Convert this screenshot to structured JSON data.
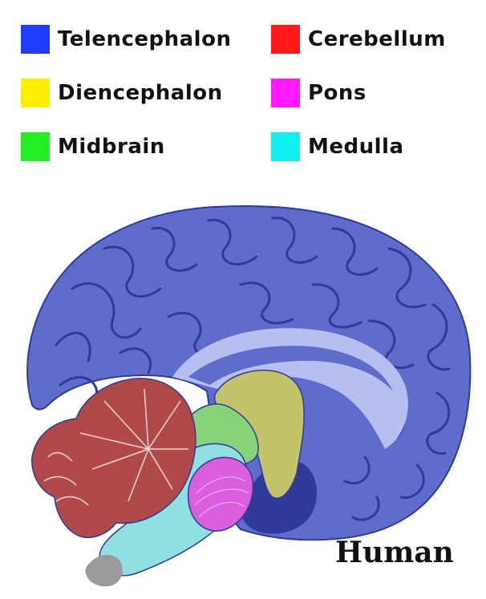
{
  "legend": {
    "items": [
      {
        "label": "Telencephalon",
        "color": "#1f3bff"
      },
      {
        "label": "Cerebellum",
        "color": "#ff1a1a"
      },
      {
        "label": "Diencephalon",
        "color": "#ffee00"
      },
      {
        "label": "Pons",
        "color": "#ff1aff"
      },
      {
        "label": "Midbrain",
        "color": "#22ee22"
      },
      {
        "label": "Medulla",
        "color": "#11eeee"
      }
    ]
  },
  "region_colors": {
    "telencephalon": "#5e6ccb",
    "telencephalon_dark": "#2f3a99",
    "telencephalon_light": "#b6bff0",
    "cerebellum": "#b0494a",
    "diencephalon": "#c5c36a",
    "pons": "#d95fdc",
    "midbrain": "#88d27a",
    "medulla": "#8fe0e0",
    "spinal_cord": "#9a9a9a"
  },
  "caption": "Human"
}
